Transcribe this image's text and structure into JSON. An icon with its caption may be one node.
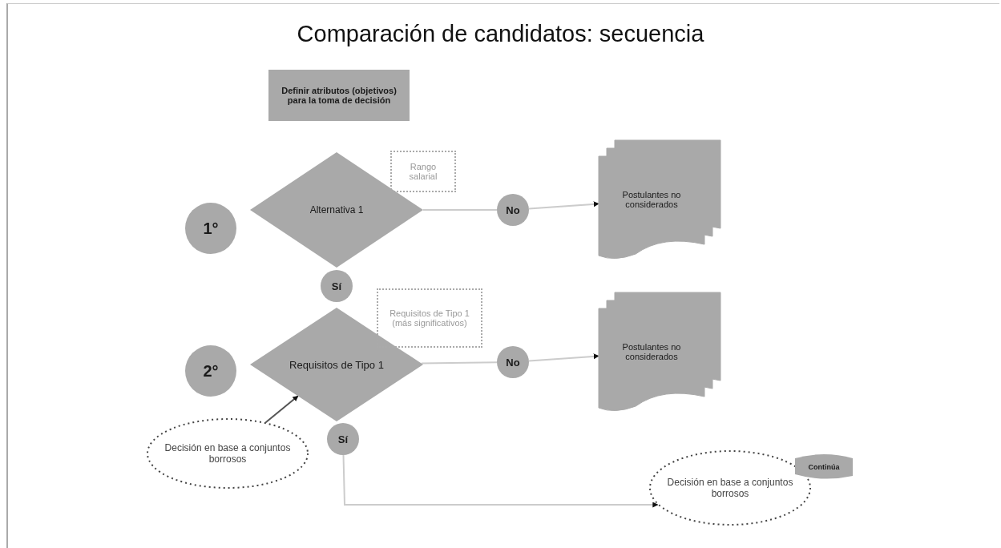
{
  "diagram": {
    "title": "Comparación de candidatos: secuencia",
    "nodes": [
      {
        "text": [
          "Definir atributos (objetivos) para la toma de decisión"
        ]
      },
      {
        "text": [
          "1°"
        ]
      },
      {
        "text": [
          "Alternativa 1"
        ]
      },
      {
        "text": [
          "Rango salarial"
        ]
      },
      {
        "text": [
          "No"
        ]
      },
      {
        "text": [
          "Postulantes no considerados"
        ]
      },
      {
        "text": [
          "Sí"
        ]
      },
      {
        "text": [
          "2°"
        ]
      },
      {
        "text": [
          "Requisitos de Tipo 1"
        ]
      },
      {
        "text": [
          "Requisitos de Tipo 1 (más significativos)"
        ]
      },
      {
        "text": [
          "No"
        ]
      },
      {
        "text": [
          "Postulantes no considerados"
        ]
      },
      {
        "text": [
          "Decisión en base a conjuntos borrosos"
        ]
      },
      {
        "text": [
          "Sí"
        ]
      },
      {
        "text": [
          "Decisión en base a conjuntos borrosos"
        ]
      },
      {
        "text": [
          "Continúa"
        ]
      }
    ],
    "edges": [
      {
        "from": 2,
        "to": 4,
        "arrow": "none"
      },
      {
        "from": 4,
        "to": 5,
        "arrow": "to"
      },
      {
        "from": 8,
        "to": 10,
        "arrow": "none"
      },
      {
        "from": 10,
        "to": 11,
        "arrow": "to"
      },
      {
        "from": 12,
        "to": 8,
        "arrow": "to",
        "color": "#555555"
      },
      {
        "from": 13,
        "to": 14,
        "arrow": "to"
      }
    ]
  }
}
